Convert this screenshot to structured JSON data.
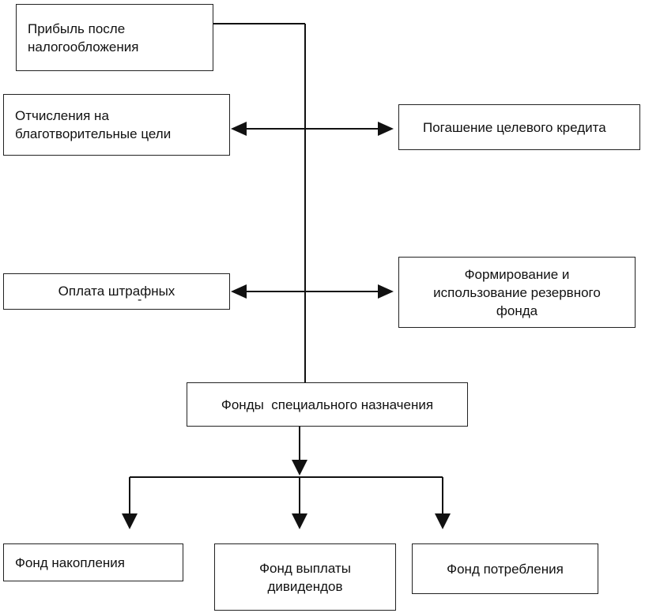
{
  "diagram": {
    "nodes": {
      "profit": "Прибыль после\nналогообложения",
      "charity": "Отчисления на\nблаготворительные цели",
      "credit": "Погашение целевого кредита",
      "fines": "Оплата штрафных",
      "reserve": "Формирование  и\nиспользование резервного\nфонда",
      "special_funds": "Фонды  специального назначения",
      "accumulation": "Фонд накопления",
      "dividends": "Фонд выплаты\nдивидендов",
      "consumption": "Фонд потребления"
    },
    "stray_mark": "-"
  }
}
